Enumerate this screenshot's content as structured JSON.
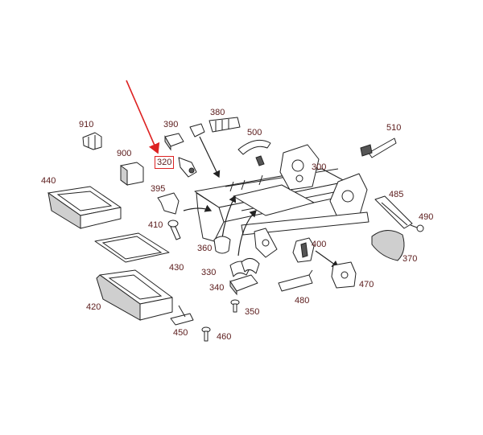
{
  "diagram": {
    "highlighted_part": "320",
    "accent_color": "#dd2222",
    "label_color": "#5a1a1a",
    "labels": {
      "l910": "910",
      "l390": "390",
      "l380": "380",
      "l500": "500",
      "l510": "510",
      "l900": "900",
      "l320": "320",
      "l300": "300",
      "l440": "440",
      "l395": "395",
      "l485": "485",
      "l490": "490",
      "l410": "410",
      "l400": "400",
      "l370": "370",
      "l360": "360",
      "l430": "430",
      "l330": "330",
      "l470": "470",
      "l340": "340",
      "l420": "420",
      "l480": "480",
      "l350": "350",
      "l450": "450",
      "l460": "460"
    }
  }
}
